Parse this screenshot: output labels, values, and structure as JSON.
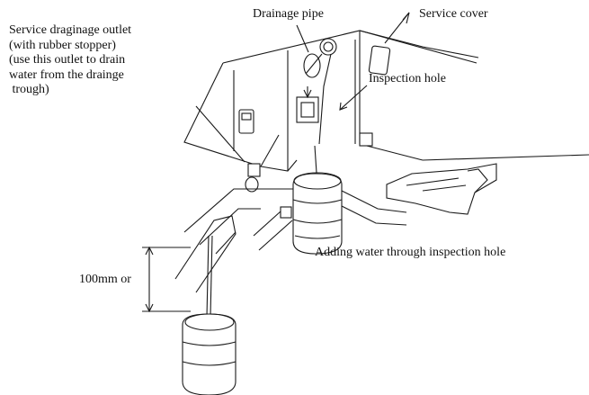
{
  "labels": {
    "drainage_pipe": "Drainage pipe",
    "service_cover": "Service cover",
    "service_outlet": [
      "Service draginage outlet",
      "(with rubber stopper)",
      "(use this outlet to drain",
      "water from the drainge",
      " trough)"
    ],
    "inspection_hole": "Inspection hole",
    "adding_water": "Adding water through inspection hole",
    "dimension": "100mm or"
  }
}
